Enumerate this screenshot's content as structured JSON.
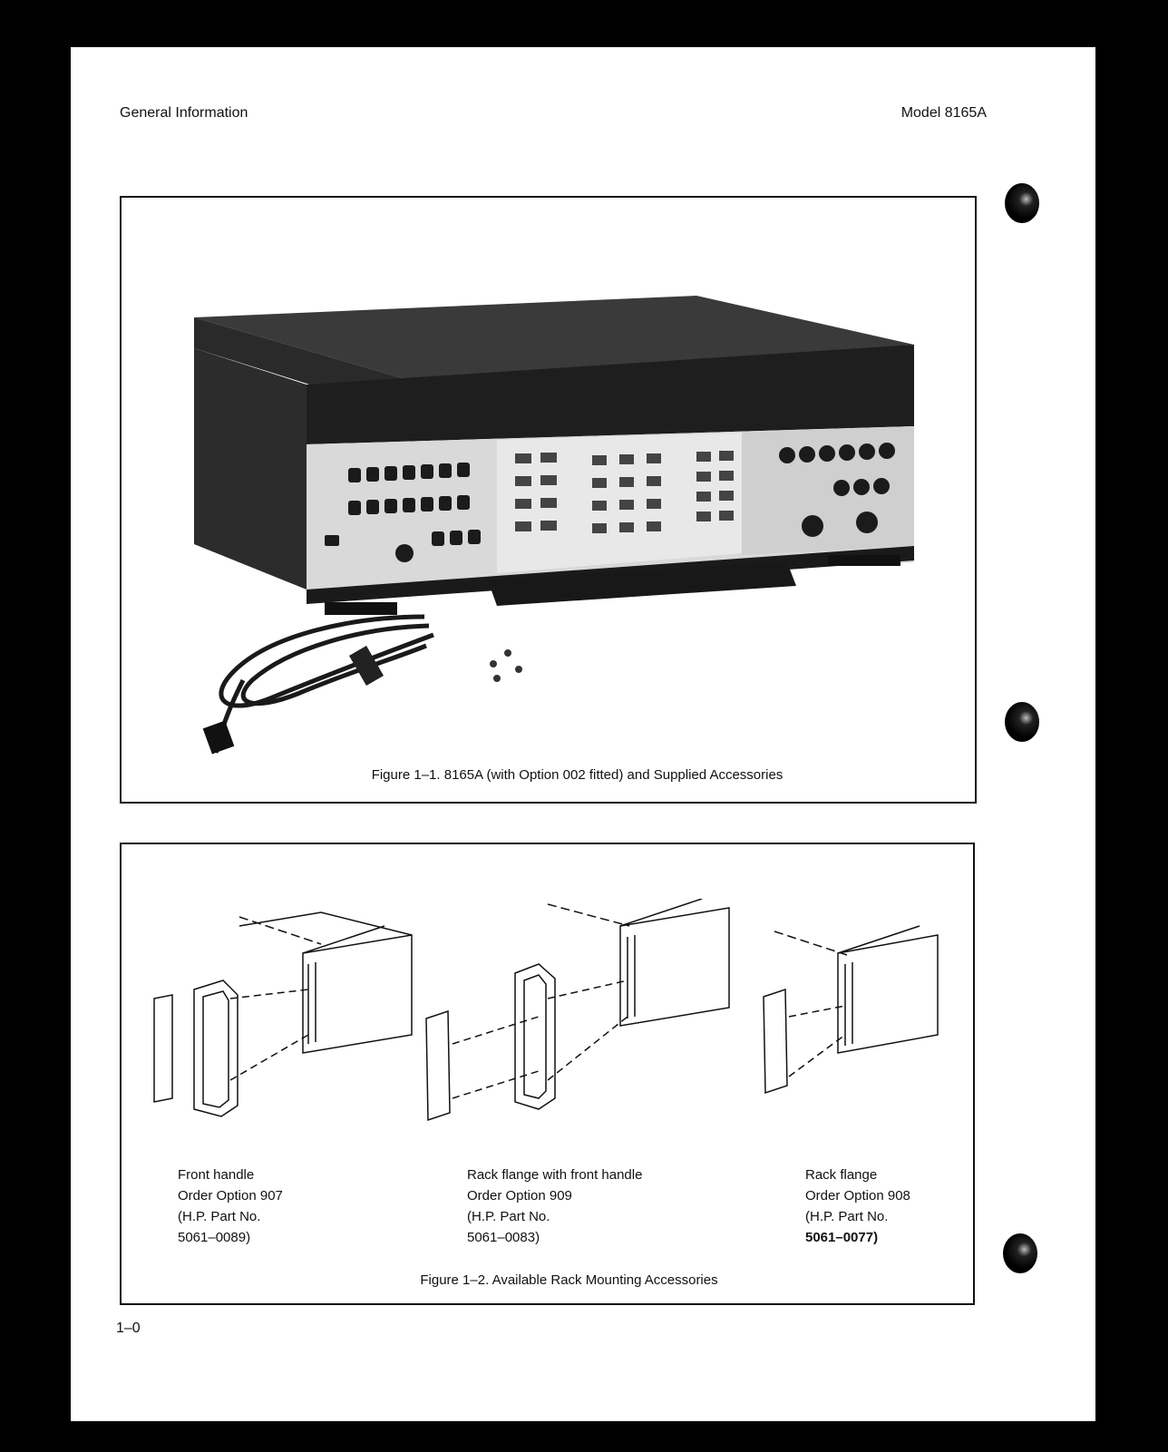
{
  "header": {
    "left": "General Information",
    "right": "Model 8165A"
  },
  "figure1": {
    "caption": "Figure 1–1. 8165A (with Option 002 fitted) and Supplied Accessories"
  },
  "figure2": {
    "caption": "Figure 1–2. Available Rack Mounting Accessories",
    "items": [
      {
        "name": "Front handle",
        "option": "Order Option 907",
        "part_label": "(H.P. Part No.",
        "part_no": "5061–0089)"
      },
      {
        "name": "Rack flange with front handle",
        "option": "Order Option 909",
        "part_label": "(H.P. Part No.",
        "part_no": "5061–0083)"
      },
      {
        "name": "Rack flange",
        "option": "Order Option 908",
        "part_label": "(H.P. Part No.",
        "part_no": "5061–0077)"
      }
    ]
  },
  "page_number": "1–0"
}
